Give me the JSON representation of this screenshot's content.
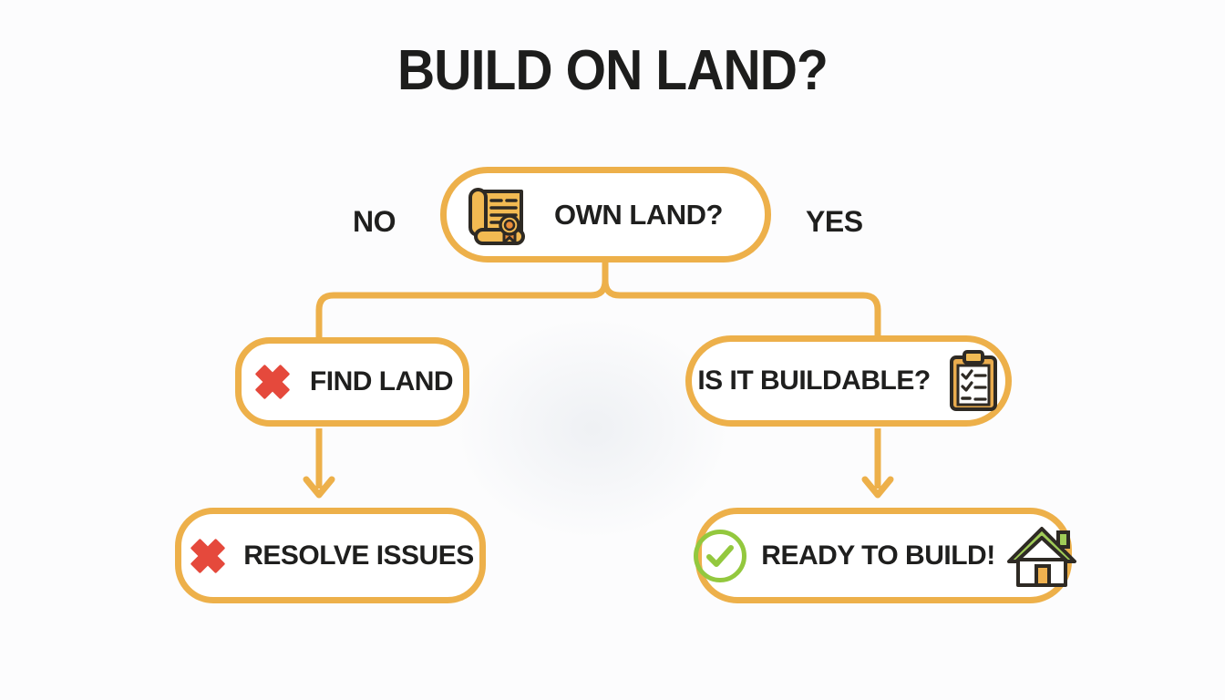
{
  "title": "BUILD ON LAND?",
  "colors": {
    "accent": "#EDB04A",
    "error": "#E5493C",
    "success": "#93C83E",
    "outline": "#2E2A24",
    "text": "#1F1F1E",
    "background": "#FCFCFD"
  },
  "flowchart": {
    "root": {
      "label": "OWN LAND?",
      "icon": "deed-scroll-icon"
    },
    "branch_labels": {
      "no": "NO",
      "yes": "YES"
    },
    "nodes": {
      "find_land": {
        "label": "FIND LAND",
        "icon": "x-mark-icon"
      },
      "is_it_buildable": {
        "label": "IS IT BUILDABLE?",
        "icon": "clipboard-checklist-icon"
      },
      "resolve_issues": {
        "label": "RESOLVE ISSUES",
        "icon": "x-mark-icon"
      },
      "ready_to_build": {
        "label": "READY TO BUILD!",
        "icons": [
          "check-circle-icon",
          "house-icon"
        ]
      }
    }
  }
}
